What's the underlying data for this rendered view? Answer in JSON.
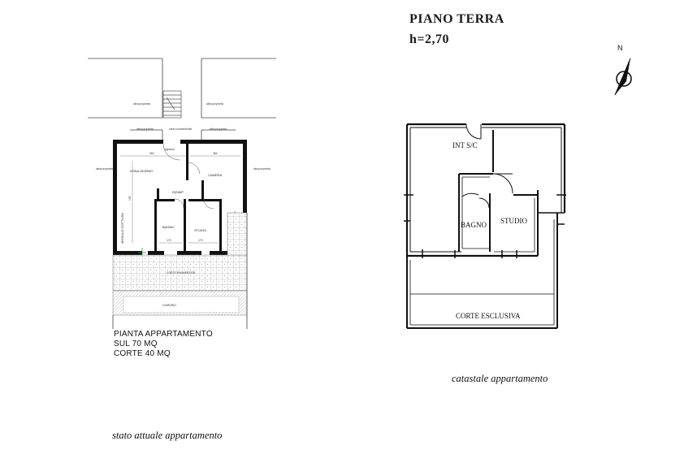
{
  "left_plan": {
    "labels": {
      "altra_proprieta": "altra proprietà",
      "vano_condominiale": "vano condominiale",
      "ingresso": "ingresso",
      "zona_giorno": "ZONA GIORNO",
      "camera": "CAMERA",
      "disimp": "DISIMP",
      "bagno": "BAGNO",
      "studio": "STUDIO",
      "modulo_cottura": "MODULO COTTURA",
      "corte_pavimentata": "CORTE PAVIMENTATA",
      "giardino": "GIARDINO"
    },
    "dimensions": {
      "d1": "650",
      "d2": "360",
      "d3": "170",
      "d4": "170",
      "d5": "155"
    },
    "caption_lines": [
      "PIANTA APPARTAMENTO",
      "SUL 70 MQ",
      "CORTE 40 MQ"
    ],
    "footer": "stato attuale appartamento"
  },
  "right_plan": {
    "title": "PIANO TERRA",
    "height": "h=2,70",
    "north": "N",
    "rooms": {
      "int": "INT S/C",
      "bagno": "BAGNO",
      "studio": "STUDIO",
      "corte": "CORTE ESCLUSIVA"
    },
    "footer": "catastale appartamento"
  }
}
